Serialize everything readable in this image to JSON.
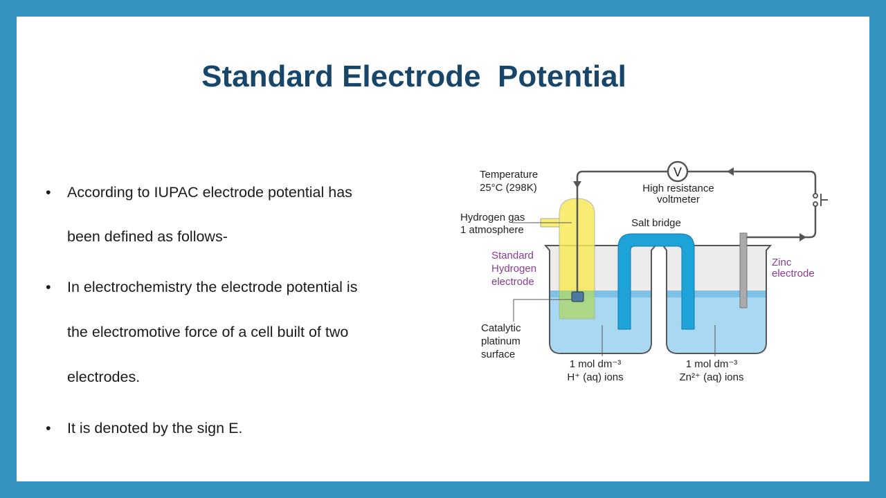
{
  "title": "Standard Electrode  Potential",
  "bullets": [
    {
      "lines": [
        "According to IUPAC electrode potential has",
        "been defined as follows-"
      ]
    },
    {
      "lines": [
        "In electrochemistry the electrode potential is",
        "the electromotive force of a cell built of two",
        "electrodes."
      ]
    },
    {
      "lines": [
        "It is denoted by the sign E."
      ]
    }
  ],
  "diagram": {
    "temperature": [
      "Temperature",
      "25°C (298K)"
    ],
    "voltmeter_symbol": "V",
    "voltmeter": [
      "High resistance",
      "voltmeter"
    ],
    "hydrogen_gas": [
      "Hydrogen gas",
      "1 atmosphere"
    ],
    "salt_bridge": "Salt bridge",
    "she": [
      "Standard",
      "Hydrogen",
      "electrode"
    ],
    "zinc": [
      "Zinc",
      "electrode"
    ],
    "platinum": [
      "Catalytic",
      "platinum",
      "surface"
    ],
    "left_solution": [
      "1 mol dm⁻³",
      "H⁺ (aq) ions"
    ],
    "right_solution": [
      "1 mol dm⁻³",
      "Zn²⁺ (aq) ions"
    ]
  },
  "colors": {
    "frame": "#3394c0",
    "title": "#18456a",
    "label_purple": "#8a3a93",
    "water": "#a9d8f2",
    "salt_bridge": "#1ea3d8",
    "hydrogen_tube": "#f7ea5a"
  }
}
